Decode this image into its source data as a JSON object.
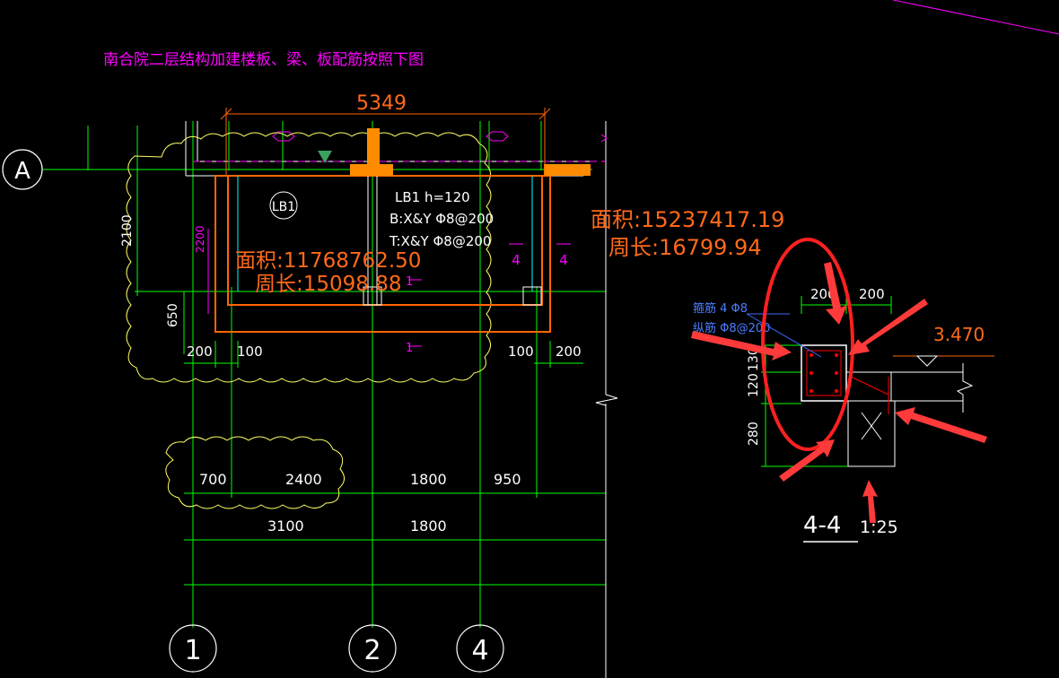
{
  "title": "南合院二层结构加建楼板、梁、板配筋按照下图",
  "axes": {
    "a": "A",
    "one": "1",
    "two": "2",
    "four": "4"
  },
  "plan": {
    "top_dim": "5349",
    "panel_label": "LB1",
    "slab_spec": "LB1 h=120",
    "bottom_rebar": "B:X&Y  Φ8@200",
    "top_rebar": "T:X&Y  Φ8@200",
    "area1": "面积:11768762.50",
    "perim1": "周长:15098.88",
    "area2": "面积:15237417.19",
    "perim2": "周长:16799.94",
    "left_dim_2100": "2100",
    "left_dim_650": "650",
    "dim_2200": "2200",
    "dim_200_left": "200",
    "dim_100_left": "100",
    "dim_100_right": "100",
    "dim_200_right": "200",
    "sec_mark_4a": "4",
    "sec_mark_4b": "4",
    "sec_mark_1a": "1",
    "sec_mark_1b": "1",
    "row1": [
      "700",
      "2400",
      "1800",
      "950"
    ],
    "row2": [
      "3100",
      "1800"
    ]
  },
  "section": {
    "dim_200a": "200",
    "dim_200b": "200",
    "stirrup_note": "箍筋 4 Φ8",
    "long_note": "纵筋 Φ8@200",
    "elev": "3.470",
    "v130": "130",
    "v120": "120",
    "v280": "280",
    "name": "4-4",
    "scale": "1:25"
  },
  "colors": {
    "grid": "#00ff00",
    "dim": "#00ff00",
    "slab": "#ff6600",
    "beam_fill": "#ff8c00",
    "cloud": "#ffff66",
    "magenta": "#ff00ff",
    "cyan": "#00ffff",
    "white": "#ffffff",
    "red": "#ff0000",
    "area_text": "#ff6a1a"
  }
}
